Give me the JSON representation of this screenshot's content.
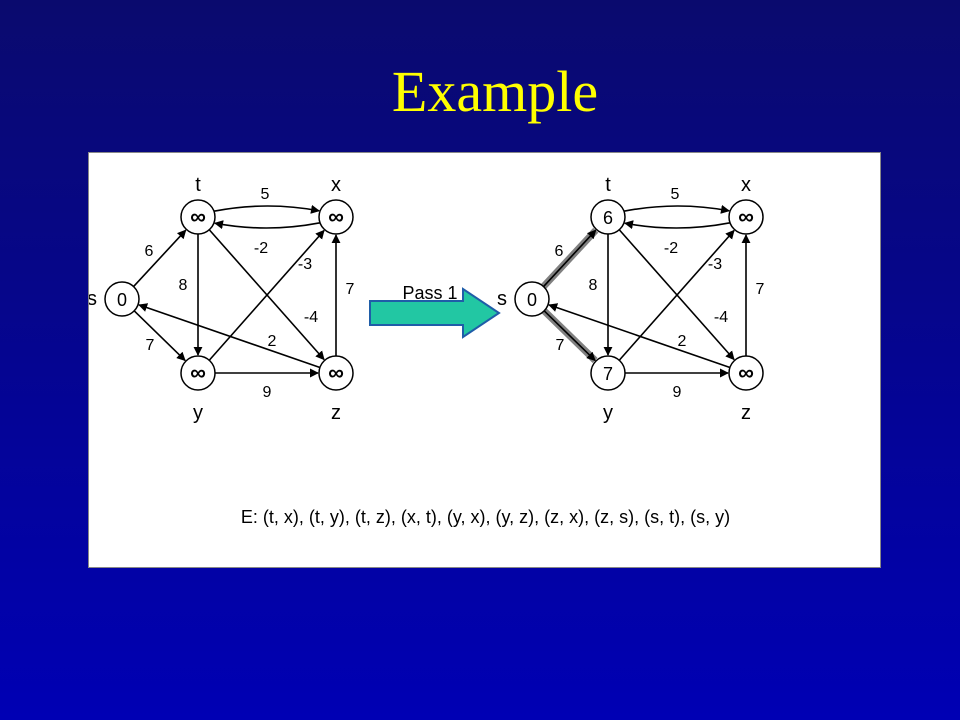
{
  "title": "Example",
  "pass_label": "Pass 1",
  "edge_list": "E: (t, x), (t, y), (t, z), (x, t), (y, x), (y, z), (z, x), (z, s), (s, t), (s, y)",
  "colors": {
    "title": "#ffff00",
    "background": "#0000b4",
    "arrow_fill": "#22c7a3",
    "arrow_stroke": "#1f5da8",
    "relaxed_edge": "#808080"
  },
  "graph_before": {
    "node_values": {
      "s": "0",
      "t": "∞",
      "x": "∞",
      "y": "∞",
      "z": "∞"
    },
    "node_labels": {
      "s": "s",
      "t": "t",
      "x": "x",
      "y": "y",
      "z": "z"
    },
    "edge_weights": {
      "tx": "5",
      "xt": "-2",
      "st": "6",
      "ty": "8",
      "yx": "-3",
      "zx": "7",
      "tz": "-4",
      "zs": "2",
      "sy": "7",
      "yz": "9"
    }
  },
  "graph_after": {
    "node_values": {
      "s": "0",
      "t": "6",
      "x": "∞",
      "y": "7",
      "z": "∞"
    },
    "node_labels": {
      "s": "s",
      "t": "t",
      "x": "x",
      "y": "y",
      "z": "z"
    },
    "edge_weights": {
      "tx": "5",
      "xt": "-2",
      "st": "6",
      "ty": "8",
      "yx": "-3",
      "zx": "7",
      "tz": "-4",
      "zs": "2",
      "sy": "7",
      "yz": "9"
    },
    "relaxed_edges": [
      "st",
      "sy"
    ]
  }
}
